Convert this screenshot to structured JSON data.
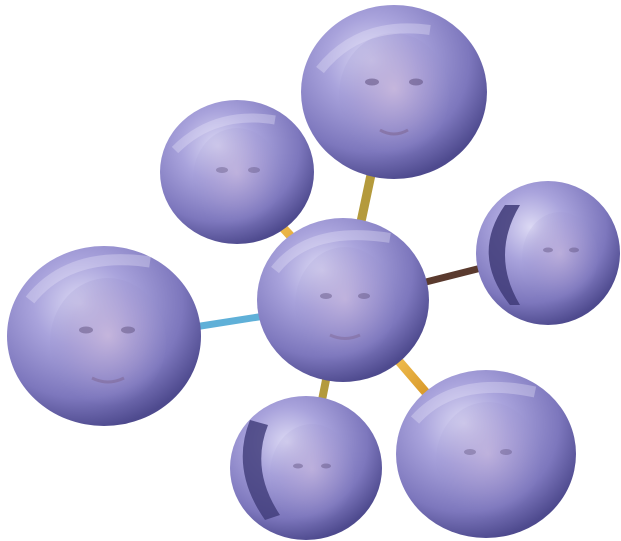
{
  "scene": {
    "background": "#ffffff",
    "sphere_base_color": "#8e88c8",
    "sphere_highlight_color": "#d9d6f2",
    "sphere_shadow_color": "#4e4a8e",
    "connector_colors": {
      "gold": "#f0b43c",
      "olive": "#b49a3c",
      "blue": "#5fb0d8",
      "brown": "#5a3a2e"
    },
    "nodes": [
      {
        "id": "center",
        "label": ""
      },
      {
        "id": "top",
        "label": ""
      },
      {
        "id": "upper-left",
        "label": ""
      },
      {
        "id": "right",
        "label": ""
      },
      {
        "id": "left",
        "label": ""
      },
      {
        "id": "bottom-middle",
        "label": ""
      },
      {
        "id": "bottom-right",
        "label": ""
      }
    ]
  }
}
